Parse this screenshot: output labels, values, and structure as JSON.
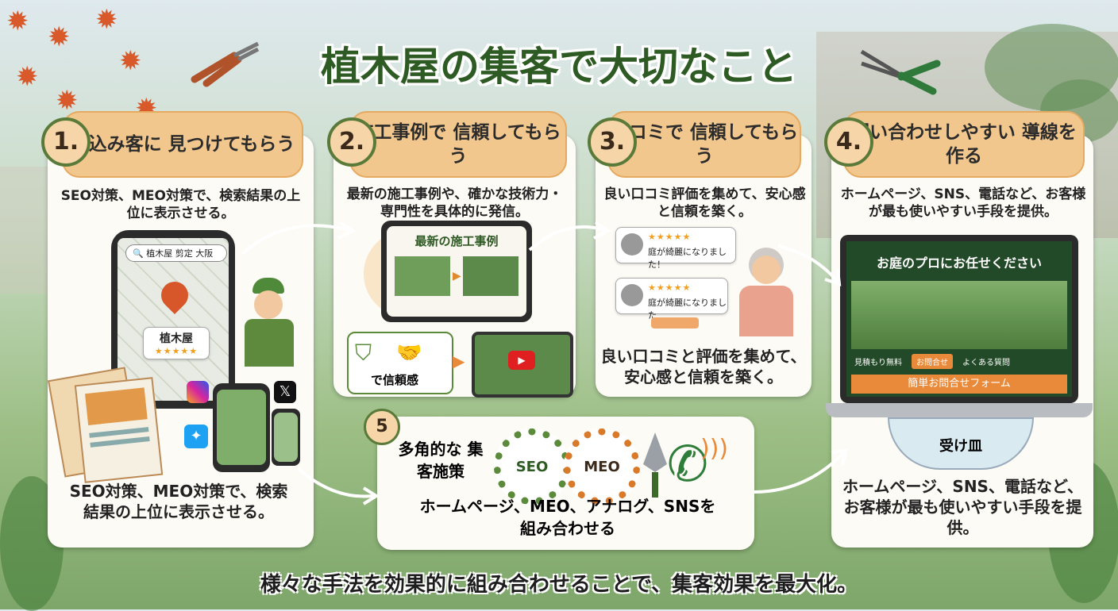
{
  "title": "植木屋の集客で大切なこと",
  "steps": [
    {
      "num": "1.",
      "title": "見込み客に 見つけてもらう",
      "desc": "SEO対策、MEO対策で、検索結果の上位に表示させる。",
      "desc2": "SEO対策、MEO対策で、検索結果の上位に表示させる。"
    },
    {
      "num": "2.",
      "title": "施工事例で 信頼してもらう",
      "desc": "最新の施工事例や、確かな技術力・専門性を具体的に発信。"
    },
    {
      "num": "3.",
      "title": "口コミで 信頼してもらう",
      "desc": "良い口コミ評価を集めて、安心感と信頼を築く。",
      "desc2": "良い口コミと評価を集めて、安心感と信頼を築く。"
    },
    {
      "num": "4.",
      "title": "問い合わせしやすい 導線を作る",
      "desc": "ホームページ、SNS、電話など、お客様が最も使いやすい手段を提供。",
      "desc2": "ホームページ、SNS、電話など、お客様が最も使いやすい手段を提供。"
    }
  ],
  "step1": {
    "search": "植木屋 剪定 大阪",
    "pin_label": "植木屋",
    "stars": "★★★★★"
  },
  "step2": {
    "tablet_title": "最新の施工事例",
    "trust_label": "で信頼感"
  },
  "step3": {
    "reviews": [
      {
        "stars": "★★★★★",
        "text": "庭が綺麗になりました！"
      },
      {
        "stars": "★★★★★",
        "text": "庭が綺麗になりました"
      }
    ]
  },
  "step4": {
    "banner": "お庭のプロにお任せください",
    "buttons": [
      "見積もり無料",
      "お問合せ",
      "よくある質問"
    ],
    "form": "簡単お問合せフォーム",
    "dish": "受け皿"
  },
  "step5": {
    "num": "5",
    "title": "多角的な 集客施策",
    "gear1": "SEO",
    "gear2": "MEO",
    "desc": "ホームページ、MEO、アナログ、SNSを組み合わせる"
  },
  "bottom": "様々な手法を効果的に組み合わせることで、集客効果を最大化。",
  "colors": {
    "accent": "#f2c78e",
    "green": "#2e5a23",
    "orange": "#e88a3a"
  }
}
